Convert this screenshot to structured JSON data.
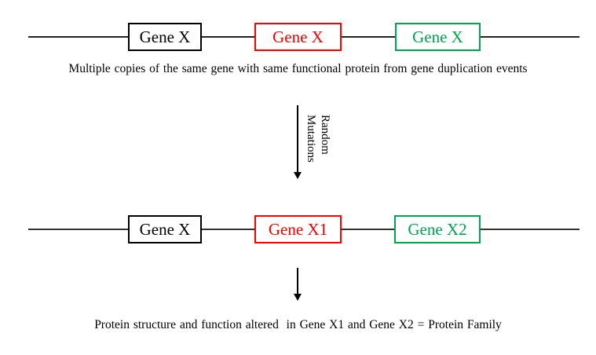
{
  "row1": {
    "genes": [
      {
        "label": "Gene X",
        "color": "#000000"
      },
      {
        "label": "Gene X",
        "color": "#ff0000"
      },
      {
        "label": "Gene X",
        "color": "#00a550"
      }
    ],
    "caption": "Multiple copies of the same gene with same functional protein from gene duplication events"
  },
  "arrow1": {
    "label_line1": "Random",
    "label_line2": "Mutations"
  },
  "row2": {
    "genes": [
      {
        "label": "Gene X",
        "color": "#000000"
      },
      {
        "label": "Gene X1",
        "color": "#ff0000"
      },
      {
        "label": "Gene X2",
        "color": "#00a550"
      }
    ]
  },
  "result": {
    "caption": "Protein structure and function altered  in Gene X1 and Gene X2 = Protein Family"
  }
}
